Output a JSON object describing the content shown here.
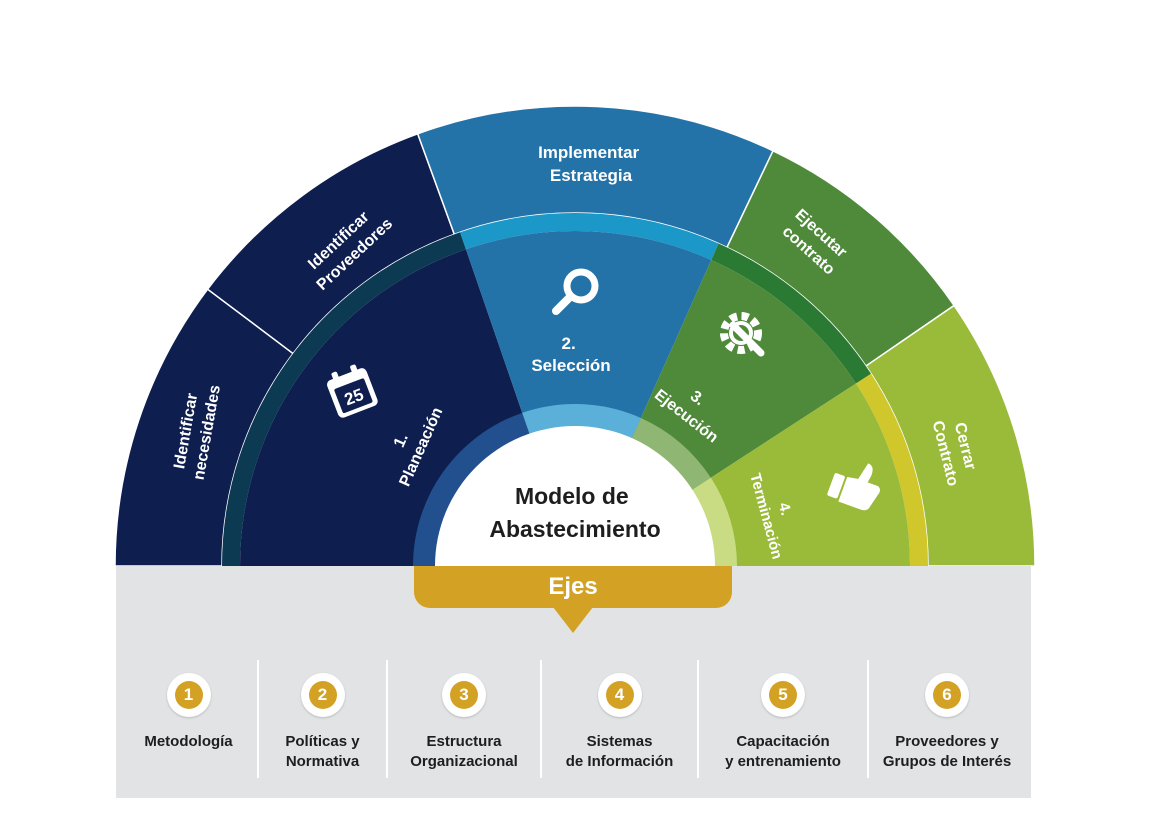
{
  "center": {
    "line1": "Modelo de",
    "line2": "Abastecimiento"
  },
  "phases": [
    {
      "label_line1": "1.",
      "label_line2": "Planeación",
      "icon": "calendar-icon",
      "icon_text": "25",
      "color": "#0e1e4f"
    },
    {
      "label_line1": "2.",
      "label_line2": "Selección",
      "icon": "magnifier-icon",
      "color": "#2473a8"
    },
    {
      "label_line1": "3.",
      "label_line2": "Ejecución",
      "icon": "gear-wrench-icon",
      "color": "#4f8a3b"
    },
    {
      "label_line1": "4.",
      "label_line2": "Terminación",
      "icon": "thumbs-up-icon",
      "color": "#9aba3a"
    }
  ],
  "steps": [
    {
      "line1": "Identificar",
      "line2": "necesidades"
    },
    {
      "line1": "Identificar",
      "line2": "Proveedores"
    },
    {
      "line1": "Implementar",
      "line2": "Estrategia"
    },
    {
      "line1": "Ejecutar",
      "line2": "contrato"
    },
    {
      "line1": "Cerrar",
      "line2": "Contrato"
    }
  ],
  "ejes": {
    "title": "Ejes",
    "items": [
      {
        "number": "1",
        "label": "Metodología"
      },
      {
        "number": "2",
        "label": "Políticas y\nNormativa"
      },
      {
        "number": "3",
        "label": "Estructura\nOrganizacional"
      },
      {
        "number": "4",
        "label": "Sistemas\nde Información"
      },
      {
        "number": "5",
        "label": "Capacitación\ny entrenamiento"
      },
      {
        "number": "6",
        "label": "Proveedores y\nGrupos de Interés"
      }
    ]
  }
}
